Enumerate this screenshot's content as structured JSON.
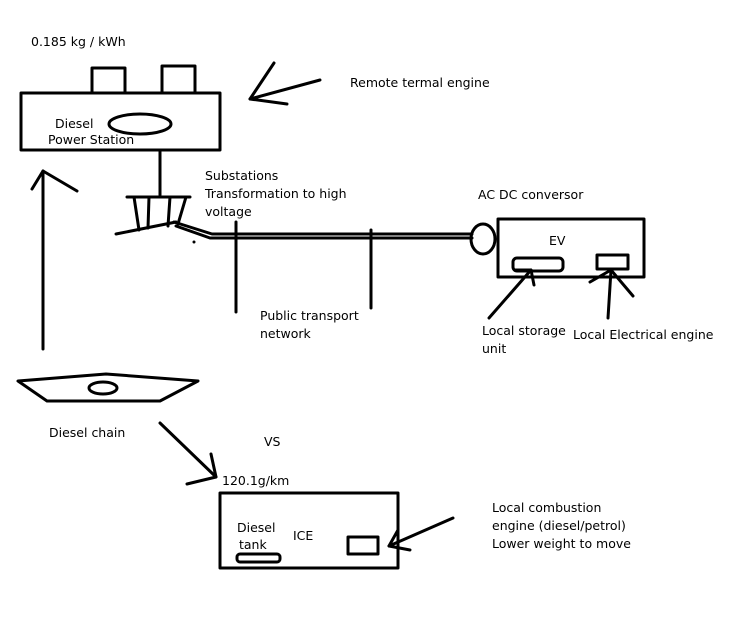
{
  "diagram": {
    "diesel_emission": "0.185 kg / kWh",
    "remote_label": "Remote termal engine",
    "station_label_line1": "Diesel",
    "station_label_line2": "Power Station",
    "substation_line1": "Substations",
    "substation_line2": "Transformation to high",
    "substation_line3": "voltage",
    "acdc_label": "AC DC conversor",
    "ev_label": "EV",
    "public_line1": "Public transport",
    "public_line2": "network",
    "storage_line1": "Local storage",
    "storage_line2": "unit",
    "electric_engine_label": "Local Electrical engine",
    "diesel_chain_label": "Diesel chain",
    "vs_label": "VS",
    "ice_emission": "120.1g/km",
    "tank_line1": "Diesel",
    "tank_line2": "tank",
    "ice_label": "ICE",
    "combustion_line1": "Local combustion",
    "combustion_line2": "engine (diesel/petrol)",
    "combustion_line3": "Lower weight to move"
  }
}
